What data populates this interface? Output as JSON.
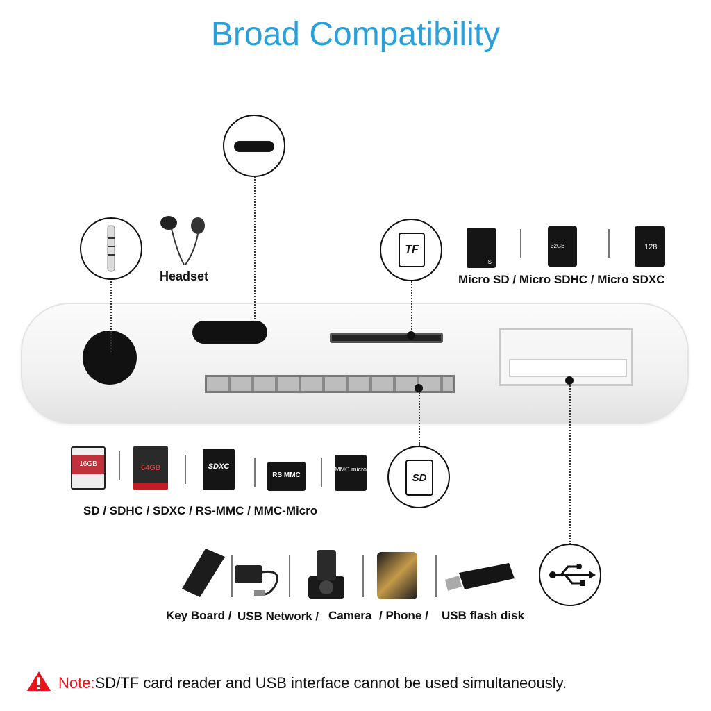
{
  "title": "Broad Compatibility",
  "labels": {
    "headset": "Headset",
    "micro_sd": "Micro SD / Micro SDHC / Micro SDXC",
    "sd_cards": "SD / SDHC / SDXC / RS-MMC / MMC-Micro",
    "devices": [
      "Key Board /",
      "USB Network /",
      "Camera",
      "/ Phone /",
      "USB flash disk"
    ]
  },
  "callouts": {
    "tf": "TF",
    "sd": "SD"
  },
  "cards": {
    "micro": [
      "S",
      "32GB",
      "128"
    ],
    "sd": [
      "16GB",
      "64GB",
      "SDXC",
      "RS MMC",
      "MMC micro"
    ]
  },
  "note": {
    "prefix": "Note:",
    "text": "SD/TF card reader and USB interface cannot be used simultaneously."
  },
  "colors": {
    "title": "#2a9fd8",
    "note": "#e8141b"
  }
}
